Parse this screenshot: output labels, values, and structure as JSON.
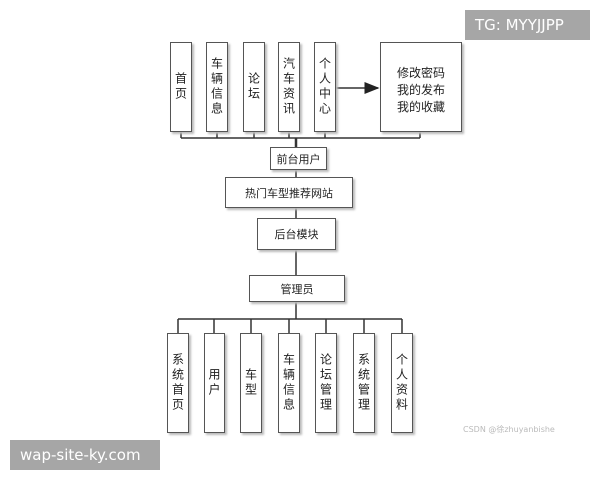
{
  "frontend": {
    "modules": [
      "首页",
      "车辆信息",
      "论坛",
      "汽车资讯",
      "个人中心"
    ],
    "personal_center_detail": "修改密码\n我的发布\n我的收藏",
    "role": "前台用户"
  },
  "site": "热门车型推荐网站",
  "backend": {
    "label": "后台模块",
    "role": "管理员",
    "modules": [
      "系统首页",
      "用户",
      "车型",
      "车辆信息",
      "论坛管理",
      "系统管理",
      "个人资料"
    ]
  },
  "watermarks": {
    "top_right": "TG: MYYJJPP",
    "bottom_left": "wap-site-ky.com",
    "csdn": "CSDN @徐zhuyanbishe"
  }
}
